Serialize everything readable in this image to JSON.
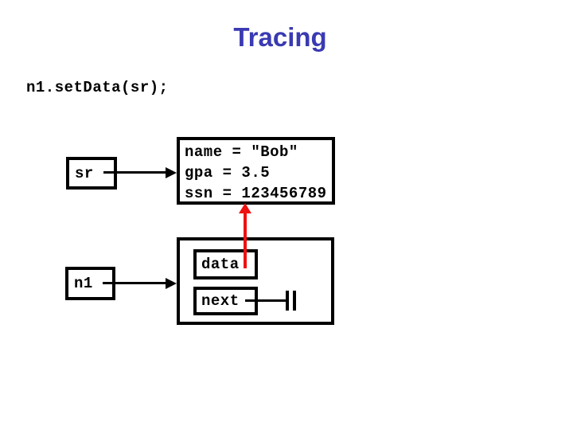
{
  "slide": {
    "title": "Tracing",
    "code": "n1.setData(sr);"
  },
  "diagram": {
    "sr_box": {
      "label": "sr"
    },
    "n1_box": {
      "label": "n1"
    },
    "record_box": {
      "name_field": "name = \"Bob\"",
      "gpa_field": "gpa = 3.5",
      "ssn_field": "ssn = 123456789"
    },
    "node_box": {
      "data_label": "data",
      "next_label": "next"
    }
  },
  "colors": {
    "title_blue": "#3a3ab2",
    "diagram_black": "#000000",
    "pointer_red": "#ee1111",
    "slide_bg": "#ffffff"
  }
}
